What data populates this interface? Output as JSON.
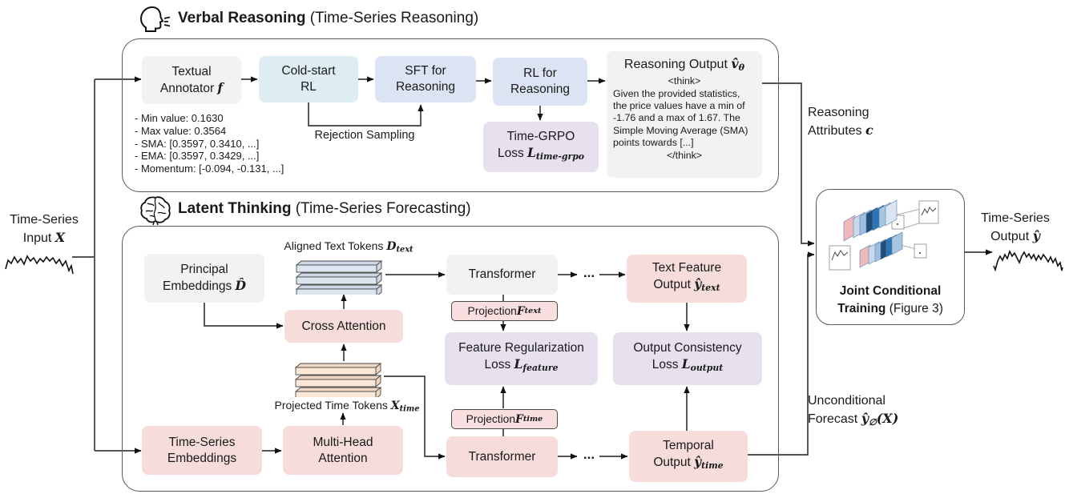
{
  "headers": {
    "verbal": {
      "bold": "Verbal Reasoning",
      "normal": " (Time-Series Reasoning)"
    },
    "latent": {
      "bold": "Latent Thinking",
      "normal": " (Time-Series Forecasting)"
    }
  },
  "io": {
    "input": {
      "l1": "Time-Series",
      "l2": "Input ",
      "math": "X"
    },
    "output": {
      "l1": "Time-Series",
      "l2": "Output ",
      "math": "ŷ"
    },
    "reasoning_attr": {
      "l1": "Reasoning",
      "l2": "Attributes ",
      "math": "c"
    },
    "uncond": {
      "l1": "Unconditional",
      "l2": "Forecast ",
      "math": "ŷ",
      "sub": "∅",
      "tail": "(X)"
    }
  },
  "verbal": {
    "textual_annotator": {
      "l1": "Textual",
      "l2": "Annotator ",
      "math": "f"
    },
    "cold_start": {
      "l1": "Cold-start",
      "l2": "RL"
    },
    "sft": {
      "l1": "SFT for",
      "l2": "Reasoning"
    },
    "rl": {
      "l1": "RL for",
      "l2": "Reasoning"
    },
    "rejection": "Rejection Sampling",
    "grpo": {
      "l1": "Time-GRPO",
      "l2": "Loss ",
      "math": "L",
      "sub": "time-grpo"
    },
    "stats": [
      "- Min value: 0.1630",
      "- Max value: 0.3564",
      "- SMA: [0.3597, 0.3410, ...]",
      "- EMA: [0.3597, 0.3429, ...]",
      "- Momentum: [-0.094, -0.131, ...]"
    ],
    "reasoning_output": {
      "title": "Reasoning Output ",
      "title_math": "v̂",
      "title_sub": "θ",
      "think_open": "<think>",
      "body": "Given the provided statistics, the price values have a min of -1.76 and a max of 1.67. The Simple Moving Average (SMA) points towards [...]",
      "think_close": "</think>"
    }
  },
  "latent": {
    "principal": {
      "l1": "Principal",
      "l2": "Embeddings ",
      "math": "D̂"
    },
    "aligned_tokens": {
      "label": "Aligned Text Tokens ",
      "math": "D",
      "sub": "text"
    },
    "cross_attention": "Cross Attention",
    "projected_tokens": {
      "label": "Projected Time Tokens ",
      "math": "X",
      "sub": "time"
    },
    "ts_embeddings": {
      "l1": "Time-Series",
      "l2": "Embeddings"
    },
    "mha": {
      "l1": "Multi-Head",
      "l2": "Attention"
    },
    "transformer_top": "Transformer",
    "transformer_bottom": "Transformer",
    "proj_text": {
      "label": "Projection ",
      "math": "F",
      "sub": "text"
    },
    "proj_time": {
      "label": "Projection ",
      "math": "F",
      "sub": "time"
    },
    "feature_loss": {
      "l1": "Feature Regularization",
      "l2": "Loss ",
      "math": "L",
      "sub": "feature"
    },
    "output_loss": {
      "l1": "Output Consistency",
      "l2": "Loss ",
      "math": "L",
      "sub": "output"
    },
    "text_feature": {
      "l1": "Text Feature",
      "l2": "Output ",
      "math": "ŷ",
      "sub": "text"
    },
    "temporal": {
      "l1": "Temporal",
      "l2": "Output ",
      "math": "ŷ",
      "sub": "time"
    },
    "dots_top": "...",
    "dots_bottom": "..."
  },
  "joint": {
    "bold1": "Joint Conditional",
    "bold2": "Training",
    "normal2": " (Figure 3)"
  },
  "colors": {
    "box_gray": "#f2f2f2",
    "box_cyan": "#ddedf2",
    "box_blue": "#dce4f3",
    "box_purple": "#e7e1ef",
    "box_pink": "#f6dddc",
    "token_blue": "#dde5ef",
    "token_orange": "#fbe7d6",
    "line": "#3d3d3d"
  }
}
